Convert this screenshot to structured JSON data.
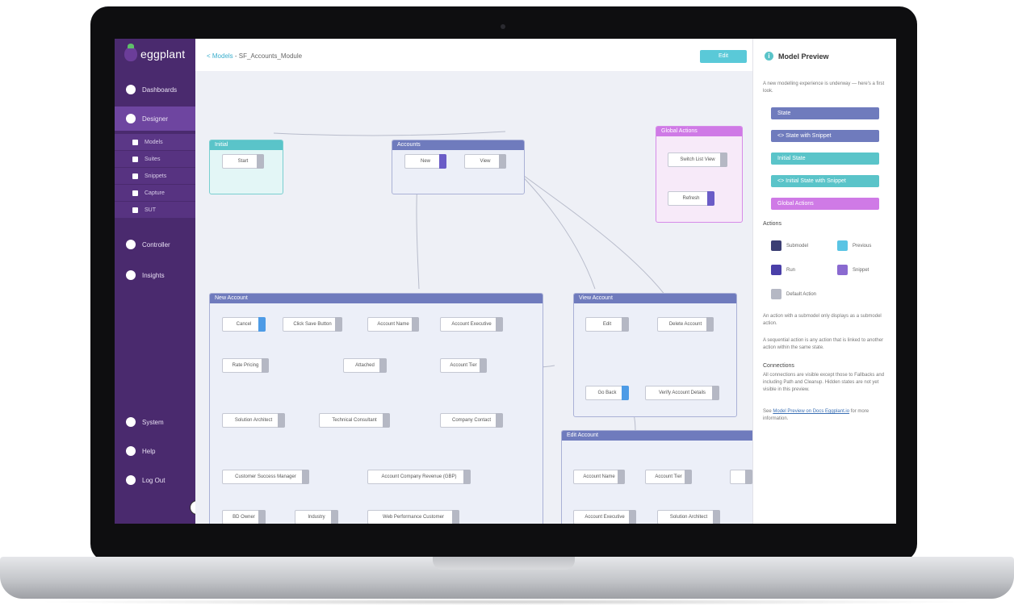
{
  "app": {
    "logo_text": "eggplant"
  },
  "sidebar": {
    "items": [
      {
        "label": "Dashboards",
        "icon": "dashboard-icon"
      },
      {
        "label": "Designer",
        "icon": "designer-icon"
      },
      {
        "label": "Controller",
        "icon": "controller-icon"
      },
      {
        "label": "Insights",
        "icon": "insights-icon"
      },
      {
        "label": "System",
        "icon": "system-icon"
      },
      {
        "label": "Help",
        "icon": "help-icon"
      },
      {
        "label": "Log Out",
        "icon": "logout-icon"
      }
    ],
    "sub_items": [
      {
        "label": "Models",
        "icon": "models-icon"
      },
      {
        "label": "Suites",
        "icon": "suites-icon"
      },
      {
        "label": "Snippets",
        "icon": "snippets-icon"
      },
      {
        "label": "Capture",
        "icon": "capture-icon"
      },
      {
        "label": "SUT",
        "icon": "sut-icon"
      }
    ]
  },
  "header": {
    "back_label": "< Models",
    "crumb": " - SF_Accounts_Module",
    "edit_label": "Edit"
  },
  "canvas": {
    "states": {
      "initial": {
        "title": "Initial",
        "actions": [
          "Start"
        ]
      },
      "accounts": {
        "title": "Accounts",
        "actions": [
          "New",
          "View"
        ]
      },
      "global": {
        "title": "Global Actions",
        "actions": [
          "Switch List View",
          "Refresh"
        ]
      },
      "new_account": {
        "title": "New Account",
        "actions": [
          "Cancel",
          "Click Save Button",
          "Account Name",
          "Account Executive",
          "Rate Pricing",
          "Attached",
          "Account Tier",
          "Solution Architect",
          "Technical Consultant",
          "Company Contact",
          "Customer Success Manager",
          "Account Company Revenue (GBP)",
          "BD Owner",
          "Industry",
          "Web Performance Customer"
        ]
      },
      "view_account": {
        "title": "View Account",
        "actions": [
          "Edit",
          "Delete Account",
          "Go Back",
          "Verify Account Details"
        ]
      },
      "edit_account": {
        "title": "Edit Account",
        "actions": [
          "Account Name",
          "Account Tier",
          "Account Executive",
          "Solution Architect"
        ]
      }
    }
  },
  "panel": {
    "title": "Model Preview",
    "intro": "A new modelling experience is underway — here's a first look.",
    "legend": [
      {
        "label": "State",
        "color": "#6f7bbd"
      },
      {
        "label": "<> State with Snippet",
        "color": "#6f7bbd"
      },
      {
        "label": "Initial State",
        "color": "#5ac4c9"
      },
      {
        "label": "<> Initial State with Snippet",
        "color": "#5ac4c9"
      },
      {
        "label": "Global Actions",
        "color": "#cf7ae6"
      }
    ],
    "actions_heading": "Actions",
    "action_keys": [
      {
        "label": "Submodel",
        "color": "#3c3f74"
      },
      {
        "label": "Previous",
        "color": "#5ac4e4"
      },
      {
        "label": "Run",
        "color": "#4a3fa8"
      },
      {
        "label": "Snippet",
        "color": "#8a6ad0"
      },
      {
        "label": "Default Action",
        "color": "#b5b8c4"
      }
    ],
    "note1": "An action with a submodel only displays as a submodel action.",
    "note2": "A sequential action is any action that is linked to another action within the same state.",
    "connections_heading": "Connections",
    "note3": "All connections are visible except those to Fallbacks and including Path and Cleanup. Hidden states are not yet visible in this preview.",
    "see_text": "See",
    "see_link": "Model Preview on Docs Eggplant.io",
    "see_tail": "for more information."
  }
}
